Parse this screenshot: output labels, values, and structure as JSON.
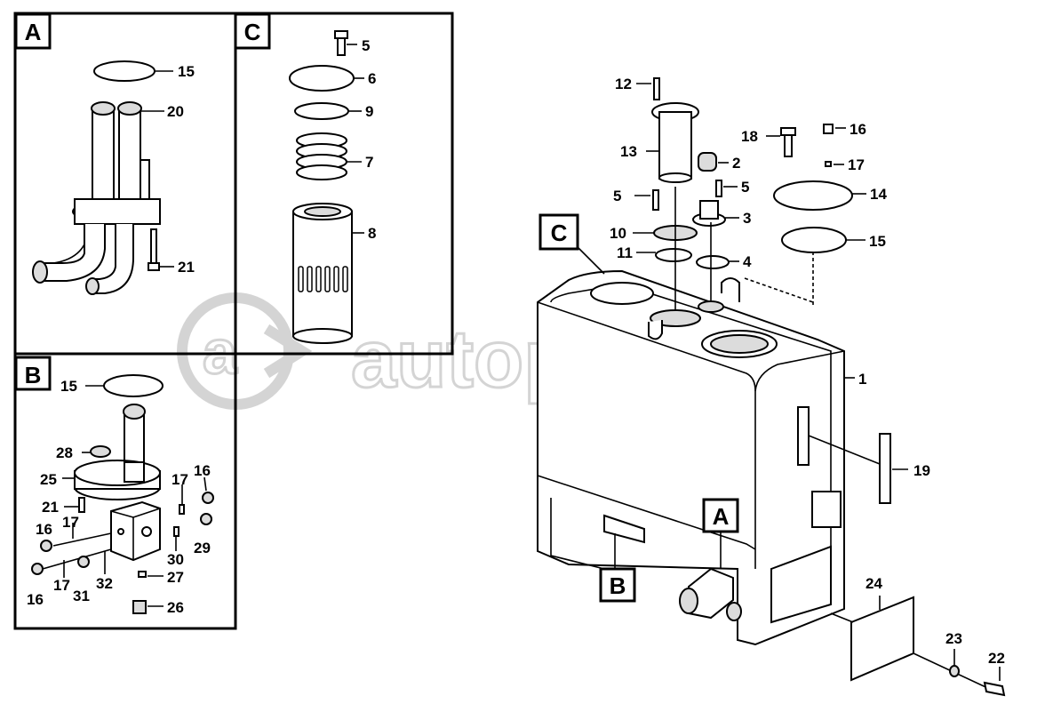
{
  "watermark": {
    "text": "autopiter.ru"
  },
  "panels": {
    "A": {
      "letter": "A"
    },
    "B": {
      "letter": "B"
    },
    "C": {
      "letter": "C"
    }
  },
  "callouts": {
    "C": "C",
    "A": "A",
    "B": "B"
  },
  "labels": {
    "A_15": "15",
    "A_20": "20",
    "A_21": "21",
    "C_5": "5",
    "C_6": "6",
    "C_9": "9",
    "C_7": "7",
    "C_8": "8",
    "B_15": "15",
    "B_28": "28",
    "B_25": "25",
    "B_17a": "17",
    "B_16a": "16",
    "B_21": "21",
    "B_17b": "17",
    "B_16b": "16",
    "B_29": "29",
    "B_30": "30",
    "B_27": "27",
    "B_17c": "17",
    "B_31": "31",
    "B_32": "32",
    "B_16c": "16",
    "B_26": "26",
    "M_12": "12",
    "M_13": "13",
    "M_2": "2",
    "M_5a": "5",
    "M_5b": "5",
    "M_3": "3",
    "M_10": "10",
    "M_11": "11",
    "M_4": "4",
    "M_18": "18",
    "M_16": "16",
    "M_17": "17",
    "M_14": "14",
    "M_15": "15",
    "M_1": "1",
    "M_19": "19",
    "M_24": "24",
    "M_23": "23",
    "M_22": "22"
  }
}
